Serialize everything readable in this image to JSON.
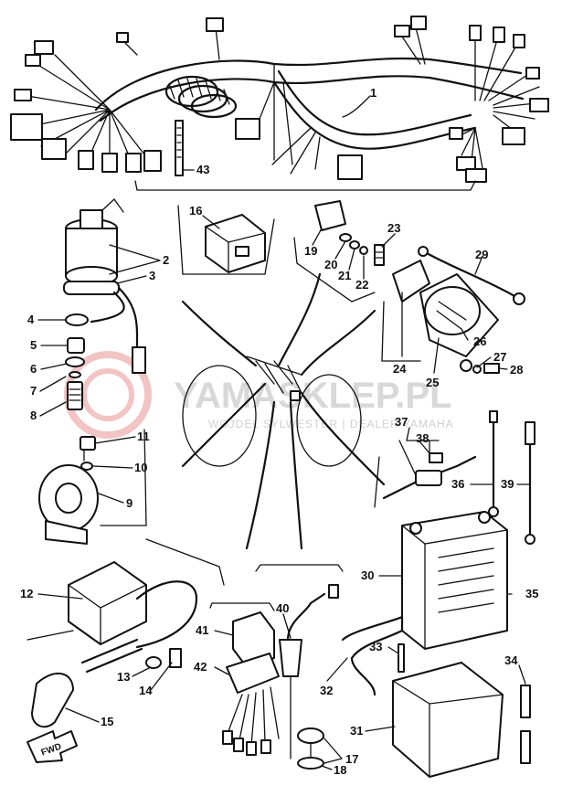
{
  "watermark": {
    "brand": "YAMASKLEP.PL",
    "tagline": "WOJDEL SYLWESTER | DEALER YAMAHA"
  },
  "direction_marker": "FWD",
  "callouts": [
    {
      "label": "1"
    },
    {
      "label": "2"
    },
    {
      "label": "3"
    },
    {
      "label": "4"
    },
    {
      "label": "5"
    },
    {
      "label": "6"
    },
    {
      "label": "7"
    },
    {
      "label": "8"
    },
    {
      "label": "9"
    },
    {
      "label": "10"
    },
    {
      "label": "11"
    },
    {
      "label": "12"
    },
    {
      "label": "13"
    },
    {
      "label": "14"
    },
    {
      "label": "15"
    },
    {
      "label": "16"
    },
    {
      "label": "17"
    },
    {
      "label": "18"
    },
    {
      "label": "19"
    },
    {
      "label": "20"
    },
    {
      "label": "21"
    },
    {
      "label": "22"
    },
    {
      "label": "23"
    },
    {
      "label": "24"
    },
    {
      "label": "25"
    },
    {
      "label": "26"
    },
    {
      "label": "27"
    },
    {
      "label": "28"
    },
    {
      "label": "29"
    },
    {
      "label": "30"
    },
    {
      "label": "31"
    },
    {
      "label": "32"
    },
    {
      "label": "33"
    },
    {
      "label": "34"
    },
    {
      "label": "35"
    },
    {
      "label": "36"
    },
    {
      "label": "37"
    },
    {
      "label": "38"
    },
    {
      "label": "39"
    },
    {
      "label": "40"
    },
    {
      "label": "41"
    },
    {
      "label": "42"
    },
    {
      "label": "43"
    }
  ]
}
